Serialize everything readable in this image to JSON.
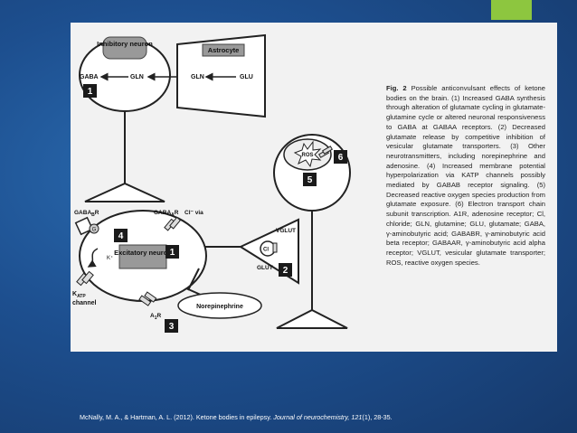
{
  "figure": {
    "inhibitory_neuron": "Inhibitory neuron",
    "astrocyte": "Astrocyte",
    "gaba": "GABA",
    "gln_left": "GLN",
    "gln_right": "GLN",
    "glu": "GLU",
    "gabaa_r": "GABA",
    "gabaa_sub": "A",
    "gabaa_r_suffix": "R",
    "gabab_r": "GABA",
    "gabab_sub": "B",
    "gabab_r_suffix": "R",
    "cl_via": "Cl⁻ via",
    "k_plus": "K⁺",
    "katp": "K",
    "katp_sub": "ATP",
    "channel": "channel",
    "excitatory_neuron": "Excitatory neuron",
    "a1r": "A",
    "a1r_sub": "1",
    "a1r_suffix": "R",
    "norepinephrine": "Norepinephrine",
    "vglut": "VGLUT",
    "cl_circle": "Cl",
    "glut": "GLUT",
    "ros": "ROS",
    "g_circle": "G",
    "badges": [
      "1",
      "1",
      "2",
      "3",
      "4",
      "5",
      "6"
    ]
  },
  "caption": {
    "title": "Fig. 2",
    "body": " Possible anticonvulsant effects of ketone bodies on the brain. (1) Increased GABA synthesis through alteration of glutamate cycling in glutamate-glutamine cycle or altered neuronal responsiveness to GABA at GABAA receptors. (2) Decreased glutamate release by competitive inhibition of vesicular glutamate transporters. (3) Other neurotransmitters, including norepinephrine and adenosine. (4) Increased membrane potential hyperpolarization via KATP channels possibly mediated by GABAB receptor signaling. (5) Decreased reactive oxygen species production from glutamate exposure. (6) Electron transport chain subunit transcription. A1R, adenosine receptor; Cl, chloride; GLN, glutamine; GLU, glutamate; GABA, γ-aminobutyric acid; GABABR, γ-aminobutyric acid beta receptor; GABAAR, γ-aminobutyric acid alpha receptor; VGLUT, vesicular glutamate transporter; ROS, reactive oxygen species."
  },
  "citation": {
    "authors": "McNally, M. A., & Hartman, A. L. (2012). Ketone bodies in epilepsy. ",
    "journal": "Journal of neurochemistry, 121",
    "issue": "(1), 28-35."
  },
  "colors": {
    "accent": "#8dc63f",
    "background": "#1d4f8f",
    "figure_bg": "#f2f2f2",
    "badge": "#1a1a1a"
  }
}
